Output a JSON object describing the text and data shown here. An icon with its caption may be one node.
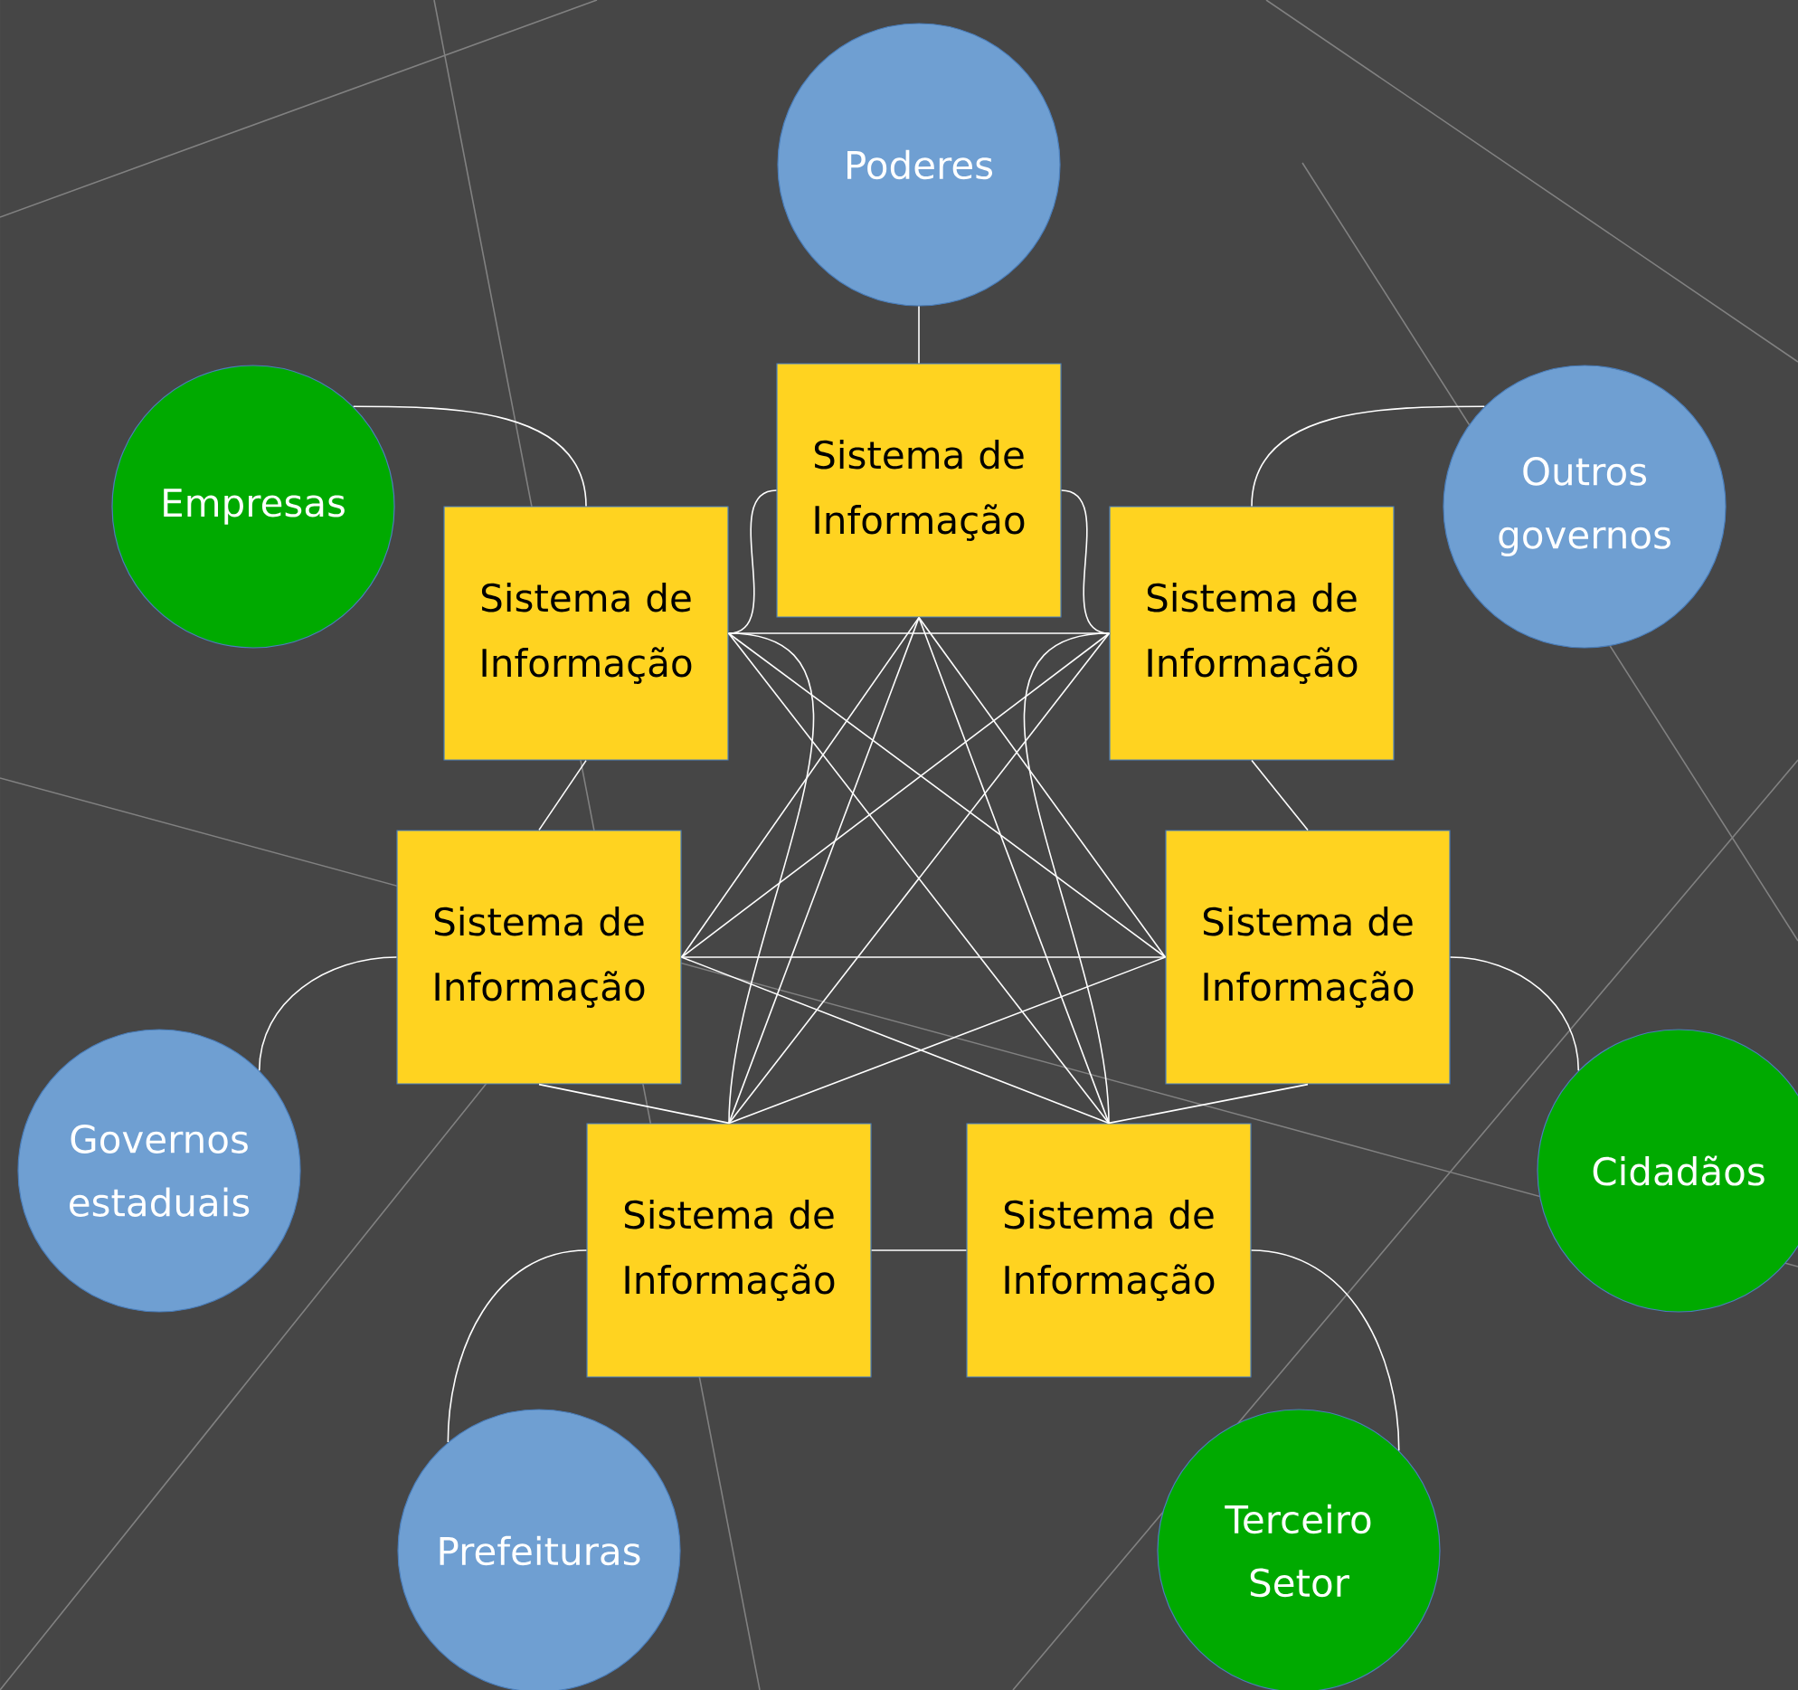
{
  "diagram": {
    "nodes": [
      {
        "text": [
          "Poderes"
        ]
      },
      {
        "text": [
          "Sistema de Informação"
        ]
      },
      {
        "text": [
          "Empresas"
        ]
      },
      {
        "text": [
          "Sistema de Informação"
        ]
      },
      {
        "text": [
          "Sistema de Informação"
        ]
      },
      {
        "text": [
          "Outros governos"
        ]
      },
      {
        "text": [
          "Sistema de Informação"
        ]
      },
      {
        "text": [
          "Sistema de Informação"
        ]
      },
      {
        "text": [
          "Governos estaduais"
        ]
      },
      {
        "text": [
          "Cidadãos"
        ]
      },
      {
        "text": [
          "Sistema de Informação"
        ]
      },
      {
        "text": [
          "Sistema de Informação"
        ]
      },
      {
        "text": [
          "Prefeituras"
        ]
      },
      {
        "text": [
          "Terceiro Setor"
        ]
      }
    ],
    "edges": [
      {
        "from": 0,
        "to": 1,
        "arrow": "none"
      },
      {
        "from": 2,
        "to": 3,
        "arrow": "none"
      },
      {
        "from": 5,
        "to": 4,
        "arrow": "none"
      },
      {
        "from": 8,
        "to": 6,
        "arrow": "none"
      },
      {
        "from": 9,
        "to": 7,
        "arrow": "none"
      },
      {
        "from": 12,
        "to": 10,
        "arrow": "none"
      },
      {
        "from": 13,
        "to": 11,
        "arrow": "none"
      },
      {
        "from": 1,
        "to": 3,
        "arrow": "none"
      },
      {
        "from": 1,
        "to": 4,
        "arrow": "none"
      },
      {
        "from": 1,
        "to": 6,
        "arrow": "none"
      },
      {
        "from": 1,
        "to": 7,
        "arrow": "none"
      },
      {
        "from": 1,
        "to": 10,
        "arrow": "none"
      },
      {
        "from": 1,
        "to": 11,
        "arrow": "none"
      },
      {
        "from": 3,
        "to": 4,
        "arrow": "none"
      },
      {
        "from": 3,
        "to": 6,
        "arrow": "none"
      },
      {
        "from": 3,
        "to": 7,
        "arrow": "none"
      },
      {
        "from": 3,
        "to": 10,
        "arrow": "none"
      },
      {
        "from": 3,
        "to": 11,
        "arrow": "none"
      },
      {
        "from": 4,
        "to": 6,
        "arrow": "none"
      },
      {
        "from": 4,
        "to": 7,
        "arrow": "none"
      },
      {
        "from": 4,
        "to": 10,
        "arrow": "none"
      },
      {
        "from": 4,
        "to": 11,
        "arrow": "none"
      },
      {
        "from": 6,
        "to": 7,
        "arrow": "none"
      },
      {
        "from": 6,
        "to": 10,
        "arrow": "none"
      },
      {
        "from": 6,
        "to": 11,
        "arrow": "none"
      },
      {
        "from": 7,
        "to": 10,
        "arrow": "none"
      },
      {
        "from": 7,
        "to": 11,
        "arrow": "none"
      },
      {
        "from": 10,
        "to": 11,
        "arrow": "none"
      }
    ]
  }
}
